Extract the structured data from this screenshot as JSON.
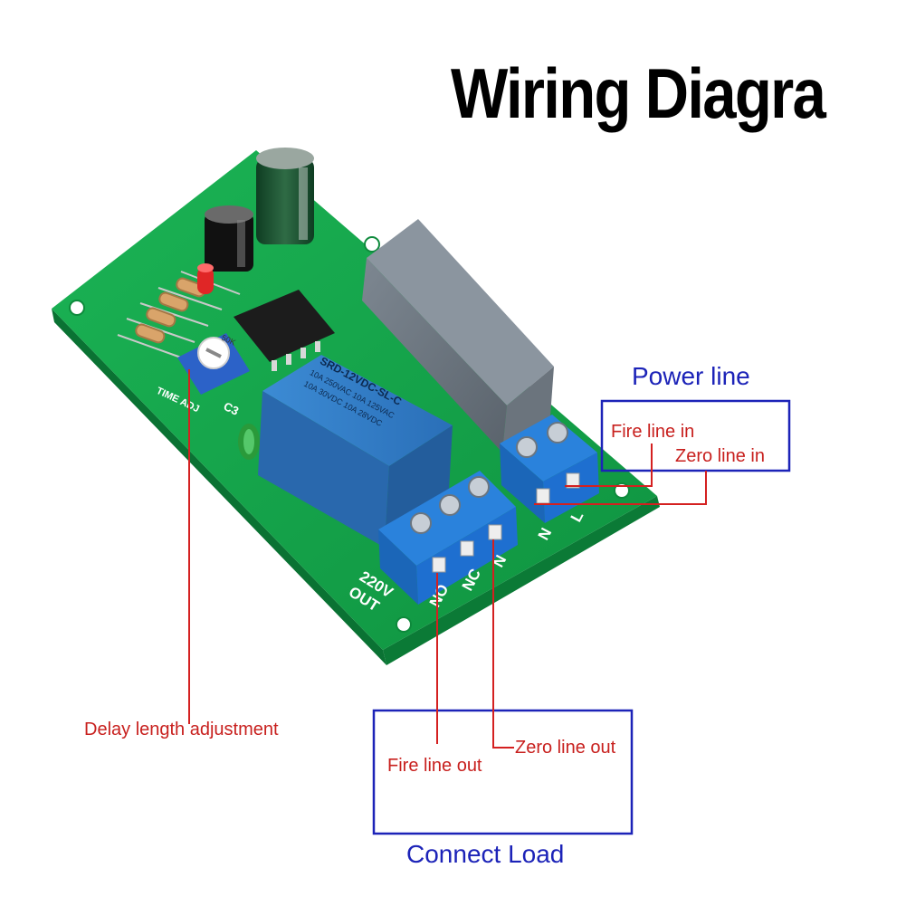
{
  "title": "Wiring Diagra",
  "labels": {
    "power_line": "Power line",
    "fire_line_in": "Fire line in",
    "zero_line_in": "Zero line in",
    "delay_length_adjustment": "Delay length adjustment",
    "fire_line_out": "Fire line out",
    "zero_line_out": "Zero line out",
    "connect_load": "Connect Load"
  },
  "board": {
    "relay_text": [
      "SRD-12VDC-SL-C",
      "10A 250VAC 10A 125VAC",
      "10A 30VDC 10A 28VDC"
    ],
    "silkscreen": {
      "time_adj": "TIME ADJ",
      "out_220v": "220V",
      "out": "OUT",
      "no": "NO",
      "nc": "NC",
      "n_out": "N",
      "n_in": "N",
      "l_in": "L",
      "c3": "C3",
      "pot": "50K"
    }
  },
  "colors": {
    "pcb": "#14a64a",
    "relay": "#2f7bc7",
    "terminal": "#1e6fd0",
    "wire": "#d42020",
    "box": "#1c23b8"
  }
}
